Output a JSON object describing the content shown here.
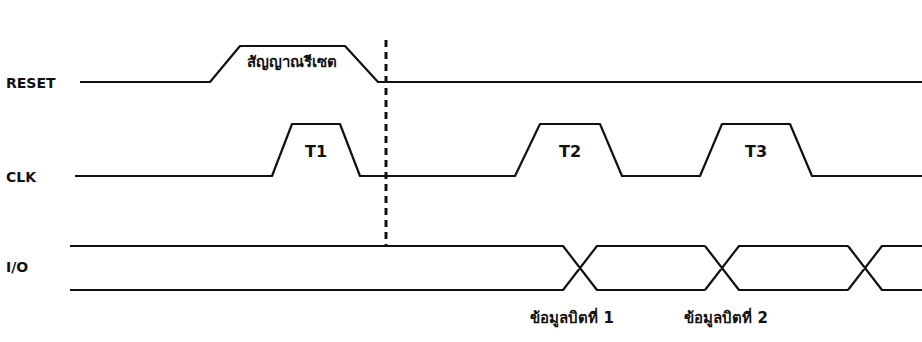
{
  "diagram": {
    "labels": [
      "RESET",
      "สัญญาณรีเซต",
      "CLK",
      "T1",
      "T2",
      "T3",
      "I/O",
      "ข้อมูลบิตที่ 1",
      "ข้อมูลบิตที่ 2"
    ]
  }
}
